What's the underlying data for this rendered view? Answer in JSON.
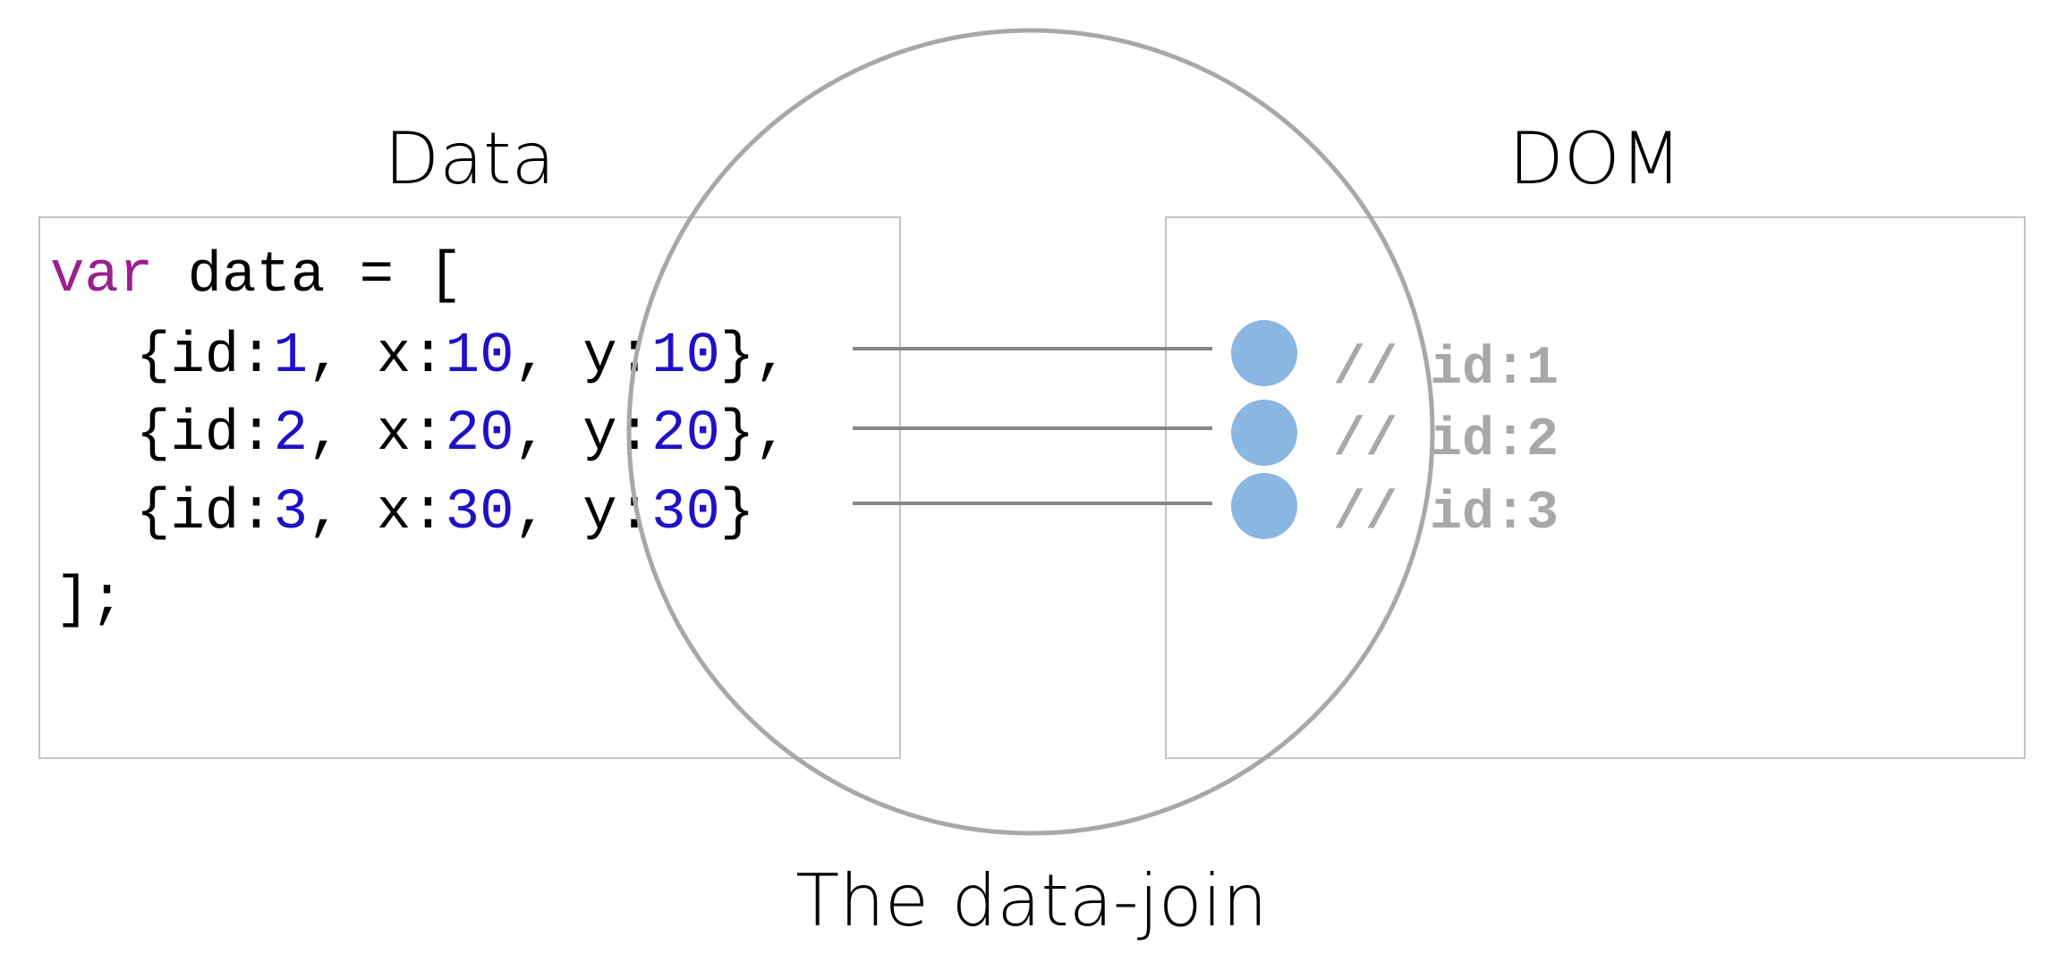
{
  "labels": {
    "data_title": "Data",
    "dom_title": "DOM",
    "join_title": "The data-join"
  },
  "code": {
    "line1_kw": "var",
    "line1_rest": " data = [",
    "items": [
      {
        "id": "1",
        "x": "10",
        "y": "10",
        "end": "},"
      },
      {
        "id": "2",
        "x": "20",
        "y": "20",
        "end": "},"
      },
      {
        "id": "3",
        "x": "30",
        "y": "30",
        "end": "}"
      }
    ],
    "closing": "];"
  },
  "dom_items": [
    {
      "comment": "// id:1"
    },
    {
      "comment": "// id:2"
    },
    {
      "comment": "// id:3"
    }
  ],
  "colors": {
    "circle_fill": "#8ab6e2",
    "join_circle_stroke": "#a8a8a8",
    "connector_stroke": "#888888",
    "box_stroke": "#c4c4c4",
    "keyword": "#9b1f8e",
    "number": "#2010c8"
  }
}
